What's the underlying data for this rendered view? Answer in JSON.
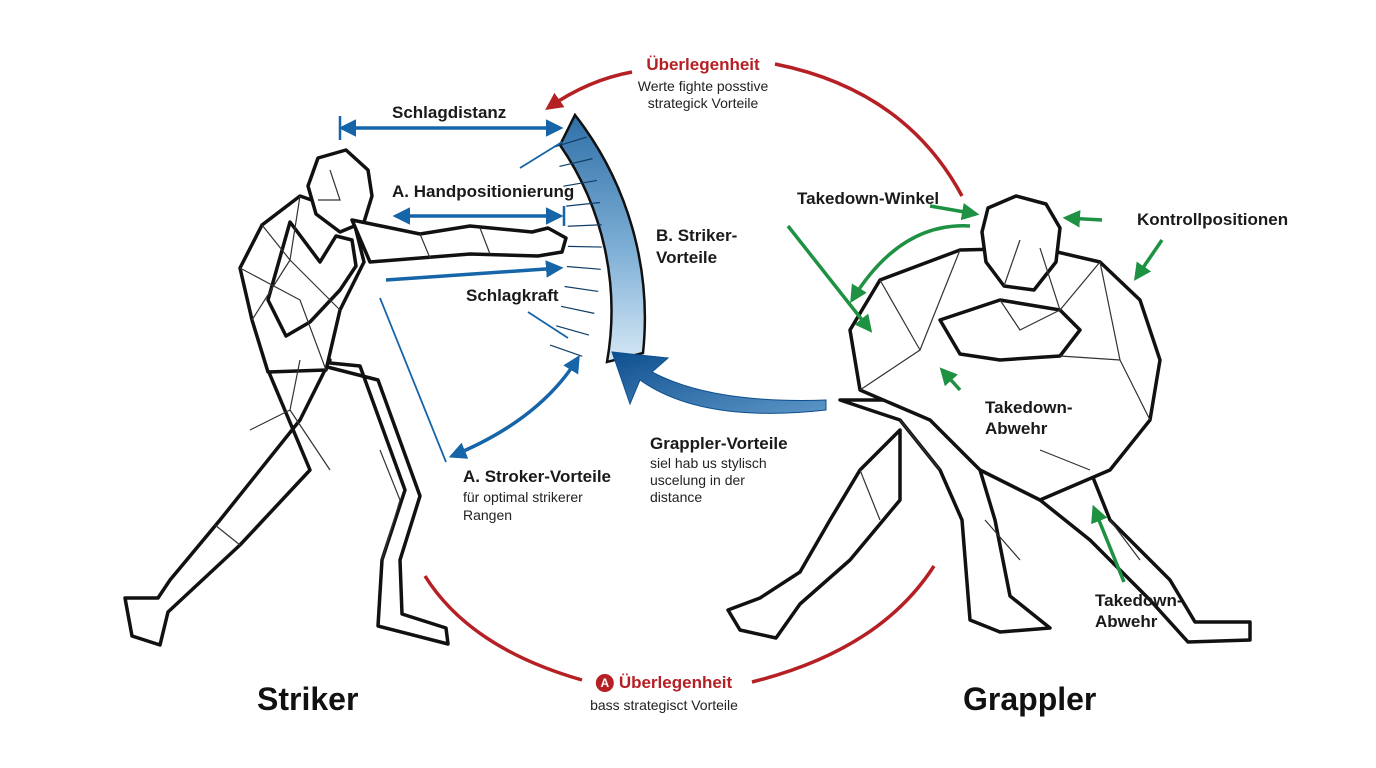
{
  "figures": {
    "striker_name": "Striker",
    "grappler_name": "Grappler"
  },
  "top_label": {
    "title": "Überlegenheit",
    "line1": "Werte fighte posstive",
    "line2": "strategick Vorteile"
  },
  "bottom_label": {
    "badge": "A",
    "title": "Überlegenheit",
    "subtitle": "bass strategisct Vorteile"
  },
  "striker_labels": {
    "distance": "Schlagdistanz",
    "hand_positioning": "A. Handpositionierung",
    "power": "Schlagkraft",
    "advantages_line1": "B. Striker-",
    "advantages_line2": "Vorteile",
    "range_title": "A. Stroker-Vorteile",
    "range_line1": "für optimal strikerer",
    "range_line2": "Rangen"
  },
  "grappler_labels": {
    "advantages_title": "Grappler-Vorteile",
    "advantages_line1": "siel hab us stylisch",
    "advantages_line2": "uscelung in der",
    "advantages_line3": "distance",
    "takedown_angle": "Takedown-Winkel",
    "control_positions": "Kontrollpositionen",
    "takedown_defense_mid_line1": "Takedown-",
    "takedown_defense_mid_line2": "Abwehr",
    "takedown_defense_low_line1": "Takedown-",
    "takedown_defense_low_line2": "Abwehr"
  },
  "colors": {
    "red_accent": "#b52025",
    "blue_accent": "#1565a8",
    "green_accent": "#1e9142",
    "outline": "#111111"
  }
}
